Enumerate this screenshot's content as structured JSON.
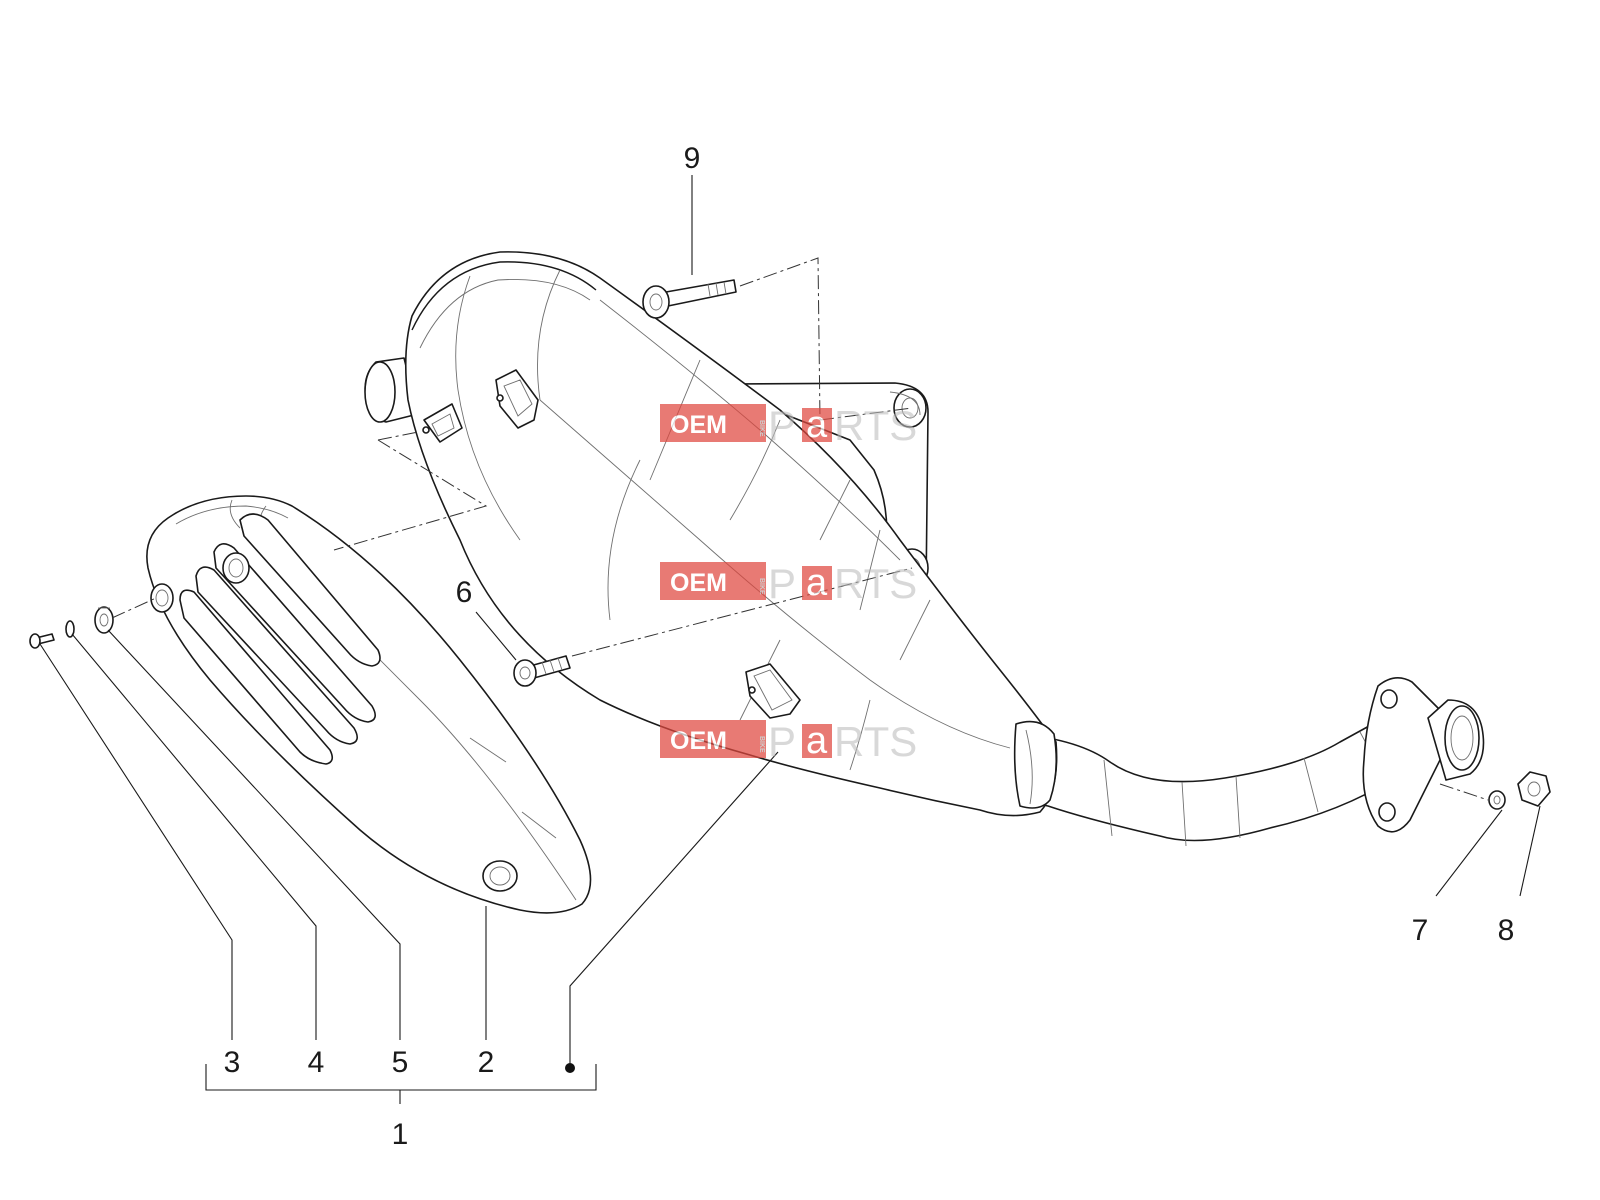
{
  "callouts": {
    "c1": "1",
    "c2": "2",
    "c3": "3",
    "c4": "4",
    "c5": "5",
    "c6": "6",
    "c7": "7",
    "c8": "8",
    "c9": "9"
  },
  "watermark": {
    "oem": "OEM",
    "bike": "BIKE",
    "p": "P",
    "a": "a",
    "rts": "RTS",
    "colors": {
      "red": "#e0483f",
      "grey": "#bdbdbd"
    }
  }
}
